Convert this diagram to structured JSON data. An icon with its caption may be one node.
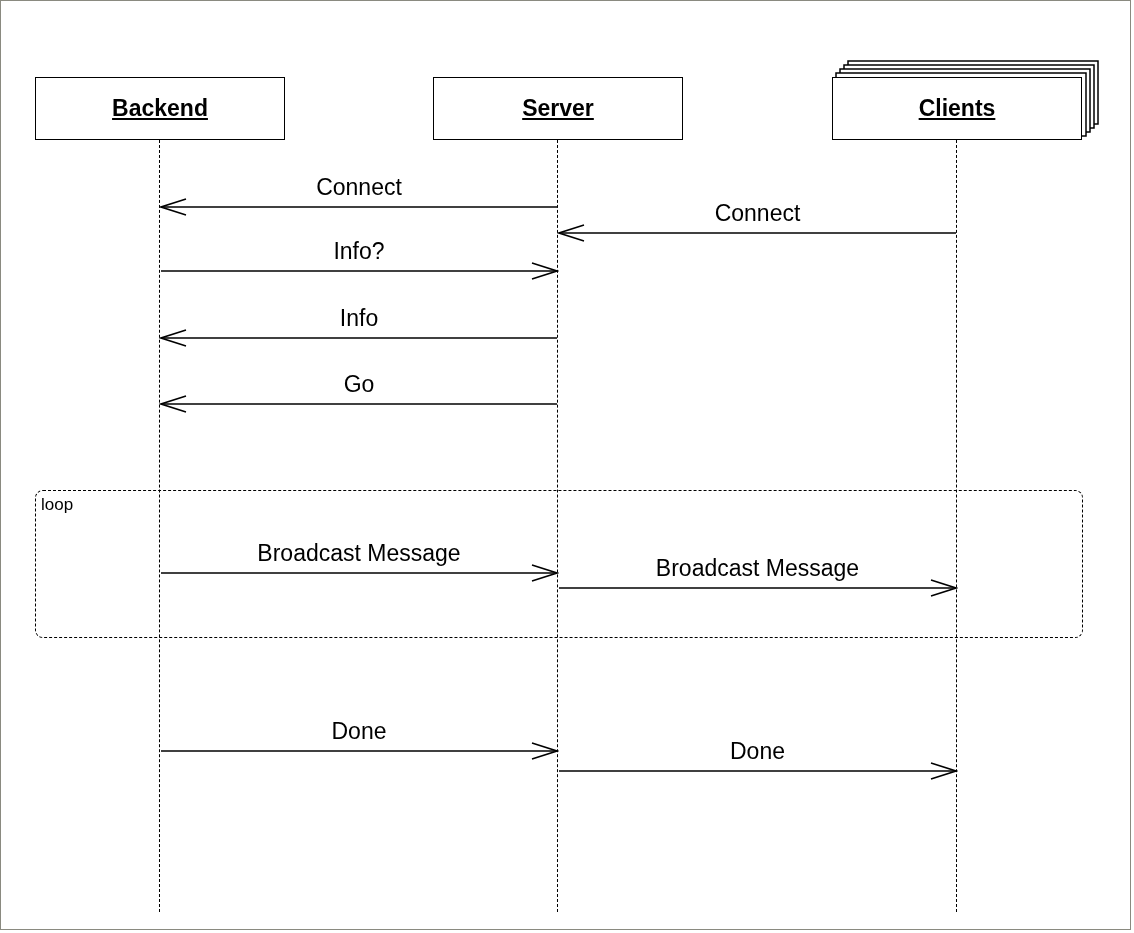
{
  "diagram": {
    "nodes": [
      {
        "text": [
          "Backend"
        ]
      },
      {
        "text": [
          "Server"
        ]
      },
      {
        "text": [
          "Clients"
        ]
      },
      {
        "text": [],
        "shape": "line"
      },
      {
        "text": [],
        "shape": "line"
      },
      {
        "text": [],
        "shape": "line"
      }
    ],
    "labels": [
      "loop"
    ],
    "edges": [
      {
        "from": 4,
        "to": 3,
        "arrow": "to",
        "label": "Connect"
      },
      {
        "from": 5,
        "to": 4,
        "arrow": "to",
        "label": "Connect"
      },
      {
        "from": 3,
        "to": 4,
        "arrow": "to",
        "label": "Info?"
      },
      {
        "from": 4,
        "to": 3,
        "arrow": "to",
        "label": "Info"
      },
      {
        "from": 4,
        "to": 3,
        "arrow": "to",
        "label": "Go"
      },
      {
        "from": 3,
        "to": 4,
        "arrow": "to",
        "label": "Broadcast Message"
      },
      {
        "from": 4,
        "to": 5,
        "arrow": "to",
        "label": "Broadcast Message"
      },
      {
        "from": 3,
        "to": 4,
        "arrow": "to",
        "label": "Done"
      },
      {
        "from": 4,
        "to": 5,
        "arrow": "to",
        "label": "Done"
      }
    ]
  }
}
